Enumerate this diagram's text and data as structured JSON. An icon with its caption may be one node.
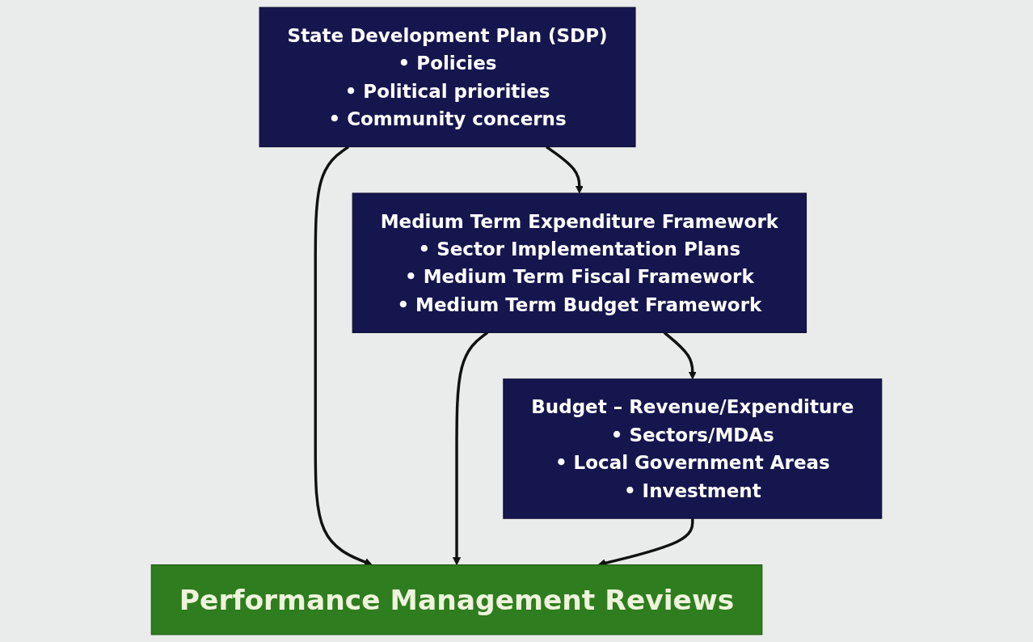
{
  "diagram": {
    "nodes": [
      {
        "text": [
          "State Development Plan (SDP)",
          "• Policies",
          "• Political priorities",
          "• Community concerns"
        ]
      },
      {
        "text": [
          "Medium Term Expenditure Framework",
          "• Sector Implementation Plans",
          "• Medium Term Fiscal Framework",
          "• Medium Term Budget Framework"
        ]
      },
      {
        "text": [
          "Budget – Revenue/Expenditure",
          "• Sectors/MDAs",
          "• Local Government Areas",
          "• Investment"
        ]
      },
      {
        "text": [
          "Performance Management Reviews"
        ]
      }
    ],
    "edges": [
      {
        "from": 0,
        "to": 1,
        "arrow": "to"
      },
      {
        "from": 1,
        "to": 2,
        "arrow": "to"
      },
      {
        "from": 0,
        "to": 3,
        "arrow": "to"
      },
      {
        "from": 1,
        "to": 3,
        "arrow": "to"
      },
      {
        "from": 2,
        "to": 3,
        "arrow": "to"
      }
    ]
  }
}
